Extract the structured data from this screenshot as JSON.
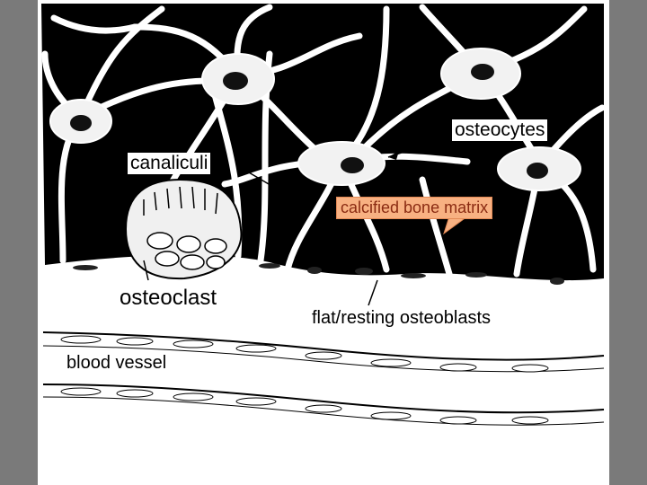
{
  "labels": {
    "osteocytes": "osteocytes",
    "canaliculi": "canaliculi",
    "calcified_matrix": "calcified bone matrix",
    "osteoclast": "osteoclast",
    "osteoblasts": "flat/resting osteoblasts",
    "blood_vessel": "blood vessel"
  },
  "colors": {
    "background": "#7a7a7a",
    "matrix": "#000000",
    "cell": "#ffffff",
    "callout_fill": "#f8b182",
    "callout_text": "#8a2b12"
  }
}
